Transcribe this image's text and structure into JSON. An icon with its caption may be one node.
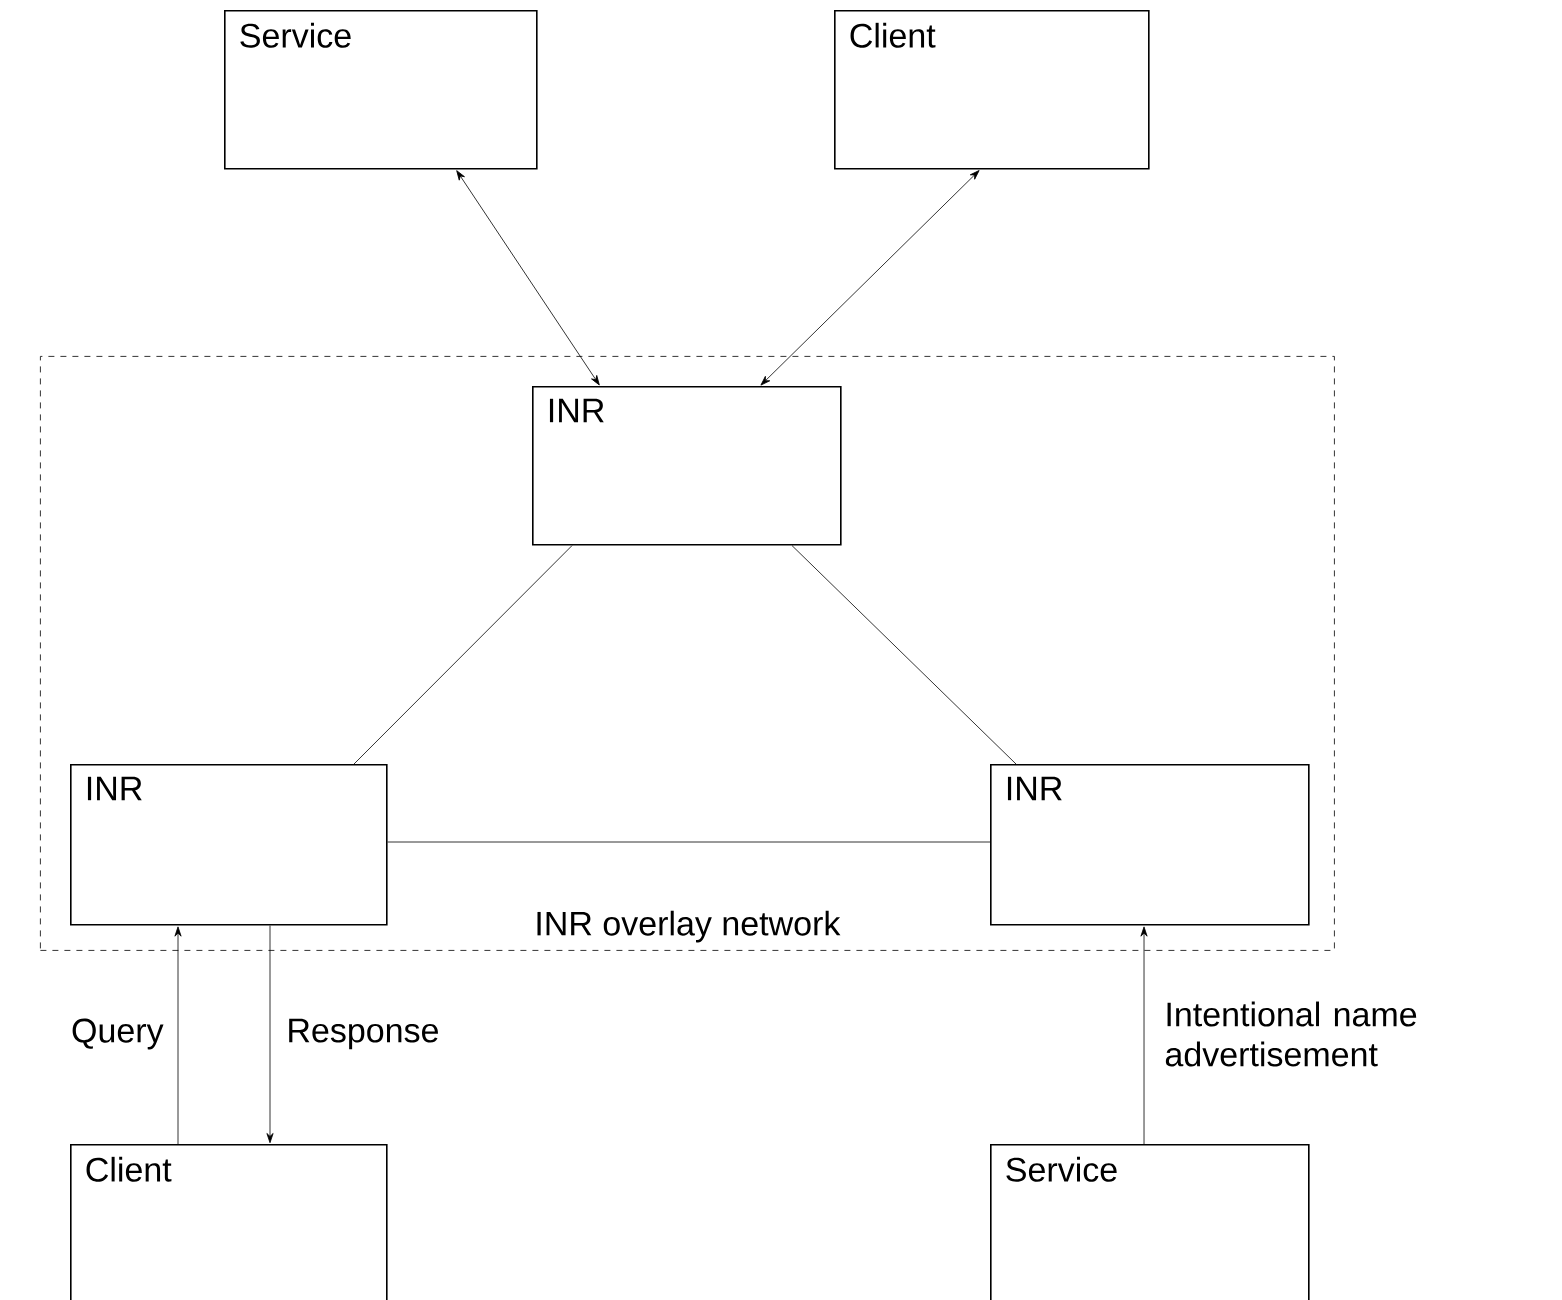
{
  "diagram": {
    "nodes": [
      {
        "text": [
          "Service"
        ]
      },
      {
        "text": [
          "Client"
        ]
      },
      {
        "text": [
          "INR overlay network"
        ]
      },
      {
        "text": [
          "INR"
        ],
        "in": 2
      },
      {
        "text": [
          "INR"
        ],
        "in": 2
      },
      {
        "text": [
          "INR"
        ],
        "in": 2
      },
      {
        "text": [
          "Client"
        ]
      },
      {
        "text": [
          "Service"
        ]
      }
    ],
    "edges": [
      {
        "from": 0,
        "to": 3,
        "arrow": "both"
      },
      {
        "from": 1,
        "to": 3,
        "arrow": "both"
      },
      {
        "from": 3,
        "to": 4,
        "arrow": "none"
      },
      {
        "from": 3,
        "to": 5,
        "arrow": "none"
      },
      {
        "from": 4,
        "to": 5,
        "arrow": "none"
      },
      {
        "from": 6,
        "to": 4,
        "arrow": "to",
        "label": "Query"
      },
      {
        "from": 4,
        "to": 6,
        "arrow": "to",
        "label": "Response"
      },
      {
        "from": 7,
        "to": 5,
        "arrow": "to",
        "label": "Intentional name advertisement"
      }
    ]
  }
}
